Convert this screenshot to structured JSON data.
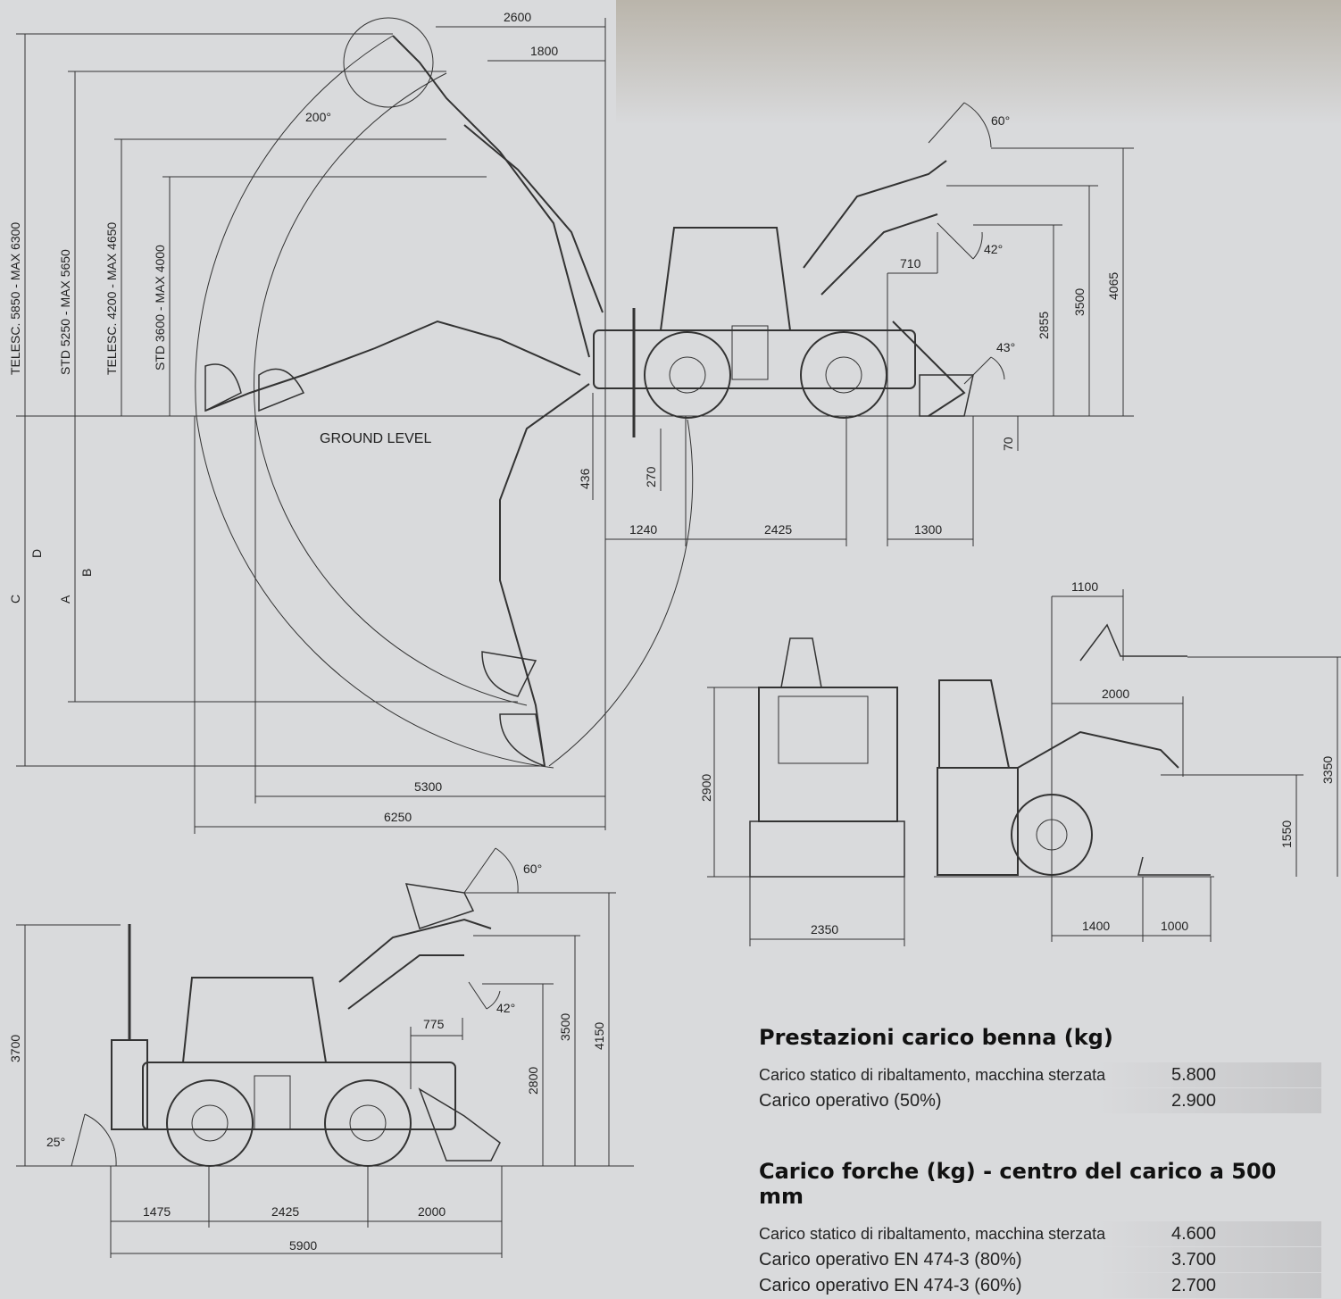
{
  "drawing": {
    "ground_label": "GROUND LEVEL",
    "heights": [
      "TELESC. 5850 - MAX 6300",
      "STD 5250 - MAX 5650",
      "TELESC. 4200 - MAX 4650",
      "STD 3600 - MAX 4000"
    ],
    "depth_letters": [
      "C",
      "A",
      "D",
      "B"
    ],
    "angle_200": "200°",
    "top_dims": [
      "2600",
      "1800"
    ],
    "reach_dims": [
      "5300",
      "6250"
    ],
    "stab_dims": [
      "436",
      "270"
    ],
    "wheel_dims": [
      "1240",
      "2425",
      "1300"
    ],
    "loader_right": {
      "angle_60": "60°",
      "angle_42": "42°",
      "angle_43": "43°",
      "dim_710": "710",
      "dim_2855": "2855",
      "dim_3500": "3500",
      "dim_4065": "4065",
      "dim_70": "70"
    },
    "front_view": {
      "height": "2900",
      "width": "2350"
    },
    "fork_view": {
      "d1100": "1100",
      "d2000": "2000",
      "d1550": "1550",
      "d3350": "3350",
      "d1400": "1400",
      "d1000": "1000"
    },
    "lower": {
      "angle_60": "60°",
      "angle_42": "42°",
      "angle_25": "25°",
      "d775": "775",
      "d2800": "2800",
      "d3500": "3500",
      "d4150": "4150",
      "d3700": "3700",
      "d1475": "1475",
      "d2425": "2425",
      "d2000": "2000",
      "d5900": "5900"
    }
  },
  "bucket_table": {
    "title": "Prestazioni carico benna (kg)",
    "rows": [
      {
        "label": "Carico statico di ribaltamento, macchina sterzata",
        "value": "5.800"
      },
      {
        "label": "Carico operativo (50%)",
        "value": "2.900"
      }
    ]
  },
  "fork_table": {
    "title": "Carico forche (kg) - centro del carico a 500 mm",
    "rows": [
      {
        "label": "Carico statico di ribaltamento, macchina sterzata",
        "value": "4.600"
      },
      {
        "label": "Carico operativo EN 474-3 (80%)",
        "value": "3.700"
      },
      {
        "label": "Carico operativo EN 474-3 (60%)",
        "value": "2.700"
      }
    ]
  }
}
